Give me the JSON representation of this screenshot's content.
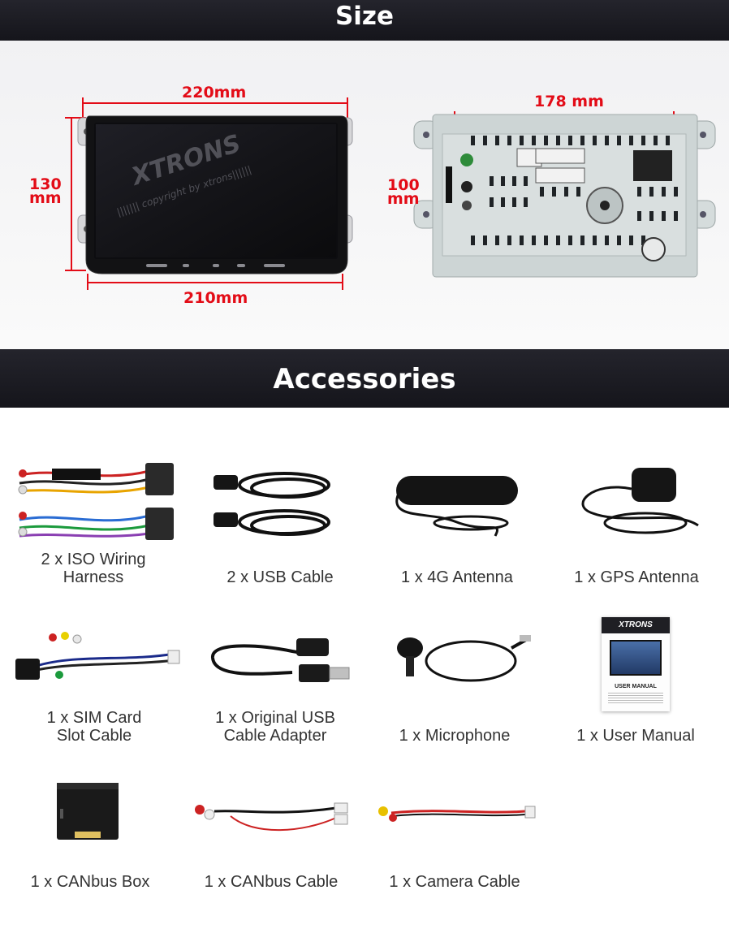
{
  "size_section": {
    "title": "Size",
    "front": {
      "width": "220mm",
      "height_value": "130",
      "height_unit": "mm",
      "bottom_width": "210mm"
    },
    "rear": {
      "width": "178 mm",
      "height_value": "100",
      "height_unit": "mm"
    },
    "screen_brand": "XTRONS",
    "screen_copyright": "||||||| copyright by xtrons||||||"
  },
  "accessories_section": {
    "title": "Accessories",
    "items": [
      {
        "label": "2 x ISO Wiring\nHarness"
      },
      {
        "label": "2 x USB Cable"
      },
      {
        "label": "1 x 4G Antenna"
      },
      {
        "label": "1 x GPS Antenna"
      },
      {
        "label": "1 x SIM Card\nSlot Cable"
      },
      {
        "label": "1 x Original USB\nCable Adapter"
      },
      {
        "label": "1 x Microphone"
      },
      {
        "label": "1 x User Manual"
      },
      {
        "label": "1 x CANbus Box"
      },
      {
        "label": "1 x CANbus Cable"
      },
      {
        "label": "1 x Camera Cable"
      }
    ],
    "manual": {
      "brand": "XTRONS",
      "title": "USER MANUAL"
    }
  },
  "colors": {
    "dimension_red": "#e30c17",
    "header_bg": "#1c1c22"
  }
}
